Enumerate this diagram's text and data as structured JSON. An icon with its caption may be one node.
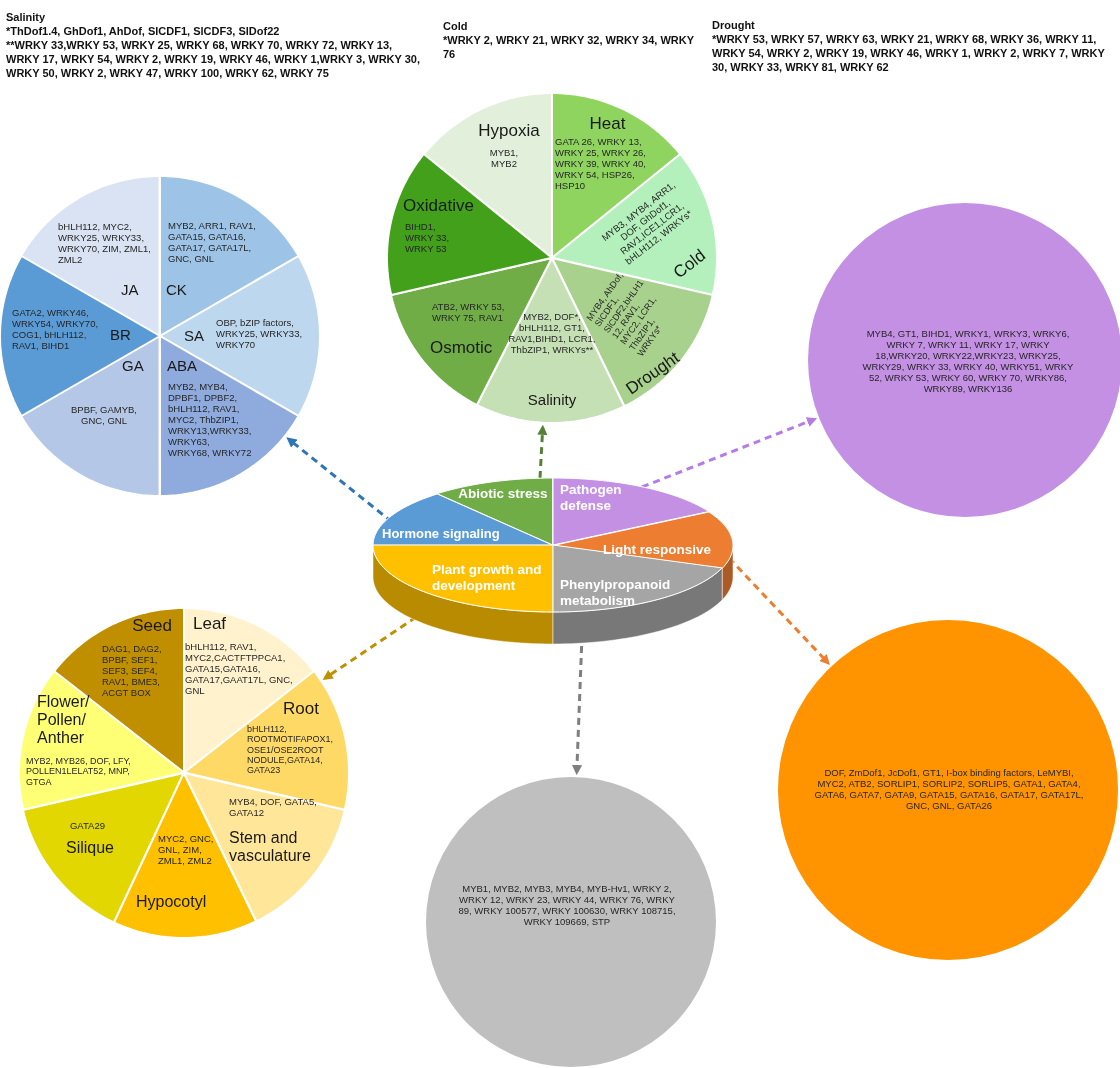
{
  "diagram": {
    "nodes": [
      {
        "text": [],
        "shape": "circle"
      },
      {
        "text": [
          "Hypoxia",
          "MYB1, MYB2"
        ],
        "in": 0
      },
      {
        "text": [
          "Heat",
          "GATA 26, WRKY 13, WRKY 25, WRKY 26, WRKY 39, WRKY 40, WRKY 54, HSP26, HSP10"
        ],
        "in": 0
      },
      {
        "text": [
          "MYB3, MYB4, ARR1, DOF, GhDof1, RAV1,ICE1,LCR1, bHLH112, WRKYs*",
          "Cold"
        ],
        "in": 0
      },
      {
        "text": [
          "MYB4, AhDof, SlCDF1, SlCDF2,bHLH1 12, RAV1, MYC2, LCR1, ThbZIP1, WRKYs*",
          "Drought"
        ],
        "in": 0
      },
      {
        "text": [
          "MYB2, DOF*, bHLH112, GT1, RAV1,BIHD1, LCR1, ThbZIP1, WRKYs**",
          "Salinity"
        ],
        "in": 0
      },
      {
        "text": [
          "ATB2, WRKY 53, WRKY 75, RAV1",
          "Osmotic"
        ],
        "in": 0
      },
      {
        "text": [
          "Oxidative",
          "BIHD1, WRKY 33, WRKY 53"
        ],
        "in": 0
      },
      {
        "text": [],
        "shape": "circle"
      },
      {
        "text": [
          "bHLH112, MYC2, WRKY25, WRKY33, WRKY70, ZIM, ZML1, ZML2",
          "JA"
        ],
        "in": 8
      },
      {
        "text": [
          "MYB2, ARR1, RAV1, GATA15, GATA16, GATA17, GATA17L, GNC, GNL",
          "CK"
        ],
        "in": 8
      },
      {
        "text": [
          "SA",
          "OBP, bZIP factors, WRKY25, WRKY33, WRKY70"
        ],
        "in": 8
      },
      {
        "text": [
          "ABA",
          "MYB2, MYB4, DPBF1, DPBF2, bHLH112, RAV1, MYC2, ThbZIP1, WRKY13,WRKY33, WRKY63, WRKY68, WRKY72"
        ],
        "in": 8
      },
      {
        "text": [
          "GA",
          "BPBF, GAMYB, GNC, GNL"
        ],
        "in": 8
      },
      {
        "text": [
          "GATA2, WRKY46, WRKY54, WRKY70, COG1, bHLH112, RAV1, BIHD1",
          "BR"
        ],
        "in": 8
      },
      {
        "text": [
          "MYB4, GT1, BIHD1, WRKY1, WRKY3, WRKY6, WRKY 7, WRKY 11, WRKY 17, WRKY 18,WRKY20, WRKY22,WRKY23, WRKY25, WRKY29, WRKY 33, WRKY 40, WRKY51, WRKY 52, WRKY 53, WRKY 60, WRKY 70, WRKY86, WRKY89, WRKY136"
        ]
      },
      {
        "text": [
          "Abiotic stress"
        ]
      },
      {
        "text": [
          "Pathogen defense"
        ]
      },
      {
        "text": [
          "Hormone signaling"
        ]
      },
      {
        "text": [
          "Light responsive"
        ]
      },
      {
        "text": [
          "Plant growth and development"
        ]
      },
      {
        "text": [
          "Phenylpropanoid metabolism"
        ]
      },
      {
        "text": [],
        "shape": "circle"
      },
      {
        "text": [
          "Seed",
          "DAG1, DAG2, BPBF, SEF1, SEF3, SEF4, RAV1, BME3, ACGT BOX"
        ],
        "in": 22
      },
      {
        "text": [
          "Leaf",
          "bHLH112, RAV1, MYC2,CACTFTPPCA1, GATA15,GATA16, GATA17,GAAT17L, GNC, GNL"
        ],
        "in": 22
      },
      {
        "text": [
          "Flower/ Pollen/ Anther",
          "MYB2, MYB26, DOF, LFY, POLLEN1LELAT52, MNP, GTGA"
        ],
        "in": 22
      },
      {
        "text": [
          "Root",
          "bHLH112, ROOTMOTIFAPOX1, OSE1/OSE2ROOT NODULE,GATA14, GATA23"
        ],
        "in": 22
      },
      {
        "text": [
          "MYB4, DOF, GATA5, GATA12",
          "Stem and vasculature"
        ],
        "in": 22
      },
      {
        "text": [
          "GATA29",
          "Silique"
        ],
        "in": 22
      },
      {
        "text": [
          "MYC2, GNC, GNL, ZIM, ZML1, ZML2",
          "Hypocotyl"
        ],
        "in": 22
      },
      {
        "text": [
          "DOF, ZmDof1, JcDof1, GT1, I-box binding factors, LeMYBI, MYC2, ATB2, SORLIP1, SORLIP2, SORLIP5, GATA1, GATA4, GATA6, GATA7, GATA9, GATA15, GATA16, GATA17, GATA17L, GNC, GNL, GATA26"
        ]
      },
      {
        "text": [
          "MYB1, MYB2, MYB3, MYB4, MYB-Hv1, WRKY 2, WRKY 12, WRKY 23, WRKY 44, WRKY 76, WRKY 89, WRKY 100577, WRKY 100630, WRKY 108715, WRKY 109669, STP"
        ]
      }
    ],
    "edges": [
      {
        "from": 16,
        "to": 0,
        "arrow": "to",
        "style": "dashed",
        "color": "#548235"
      },
      {
        "from": 18,
        "to": 8,
        "arrow": "to",
        "style": "dashed",
        "color": "#2e75b6"
      },
      {
        "from": 17,
        "to": 15,
        "arrow": "to",
        "style": "dashed",
        "color": "#b57be6"
      },
      {
        "from": 19,
        "to": 30,
        "arrow": "to",
        "style": "dashed",
        "color": "#ed7d31"
      },
      {
        "from": 21,
        "to": 31,
        "arrow": "to",
        "style": "dashed",
        "color": "#7f7f7f"
      },
      {
        "from": 20,
        "to": 22,
        "arrow": "to",
        "style": "dashed",
        "color": "#bf9000"
      }
    ],
    "labels": [
      "Salinity",
      "*ThDof1.4, GhDof1, AhDof, SlCDF1, SlCDF3, SlDof22",
      "**WRKY 33,WRKY 53, WRKY 25, WRKY 68, WRKY 70, WRKY 72, WRKY 13, WRKY 17, WRKY 54, WRKY 2, WRKY 19, WRKY 46, WRKY 1,WRKY 3, WRKY 30, WRKY 50, WRKY 2, WRKY 47, WRKY 100, WRKY 62, WRKY 75",
      "Cold",
      "*WRKY 2, WRKY 21, WRKY 32, WRKY 34, WRKY 76",
      "Drought",
      "*WRKY 53, WRKY 57, WRKY 63, WRKY 21, WRKY 68, WRKY 36, WRKY 11, WRKY 54, WRKY 2, WRKY 19, WRKY 46, WRKY 1, WRKY 2, WRKY 7, WRKY 30, WRKY 33, WRKY 81, WRKY 62"
    ]
  }
}
